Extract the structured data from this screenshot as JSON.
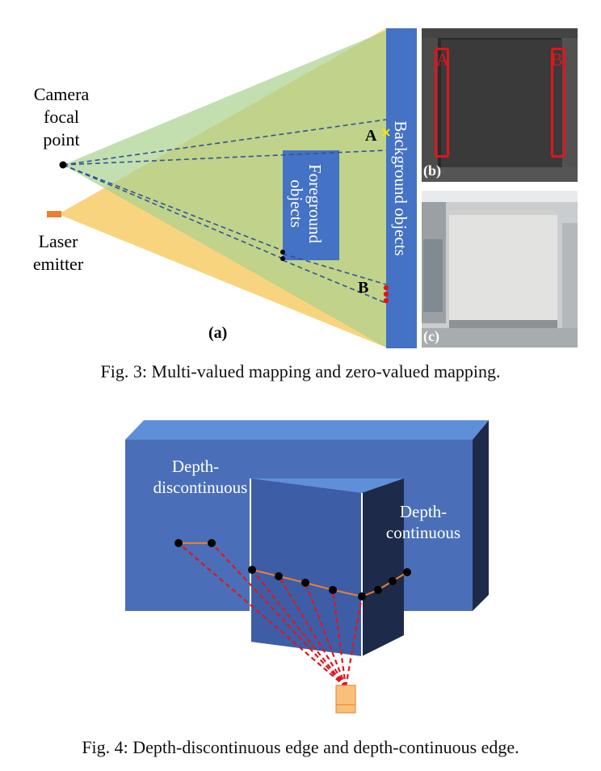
{
  "fig3": {
    "camera_label": [
      "Camera",
      "focal",
      "point"
    ],
    "laser_label": [
      "Laser",
      "emitter"
    ],
    "foreground_label": [
      "Foreground",
      "objects"
    ],
    "background_label": "Background objects",
    "point_a": "A",
    "point_b": "B",
    "panel_a": "(a)",
    "panel_b": "(b)",
    "panel_c": "(c)",
    "photo_box_a": "A",
    "photo_box_b": "B",
    "caption": "Fig. 3: Multi-valued mapping and zero-valued mapping."
  },
  "fig4": {
    "discontinuous_label": [
      "Depth-",
      "discontinuous"
    ],
    "continuous_label": [
      "Depth-",
      "continuous"
    ],
    "caption": "Fig. 4: Depth-discontinuous edge and depth-continuous edge."
  },
  "colors": {
    "green_fov": "#b9dc8f",
    "yellow_fov": "#f8cd68",
    "blue_block": "#4472c4",
    "laser_orange": "#ed7d31",
    "ray_red": "#e0151b"
  }
}
